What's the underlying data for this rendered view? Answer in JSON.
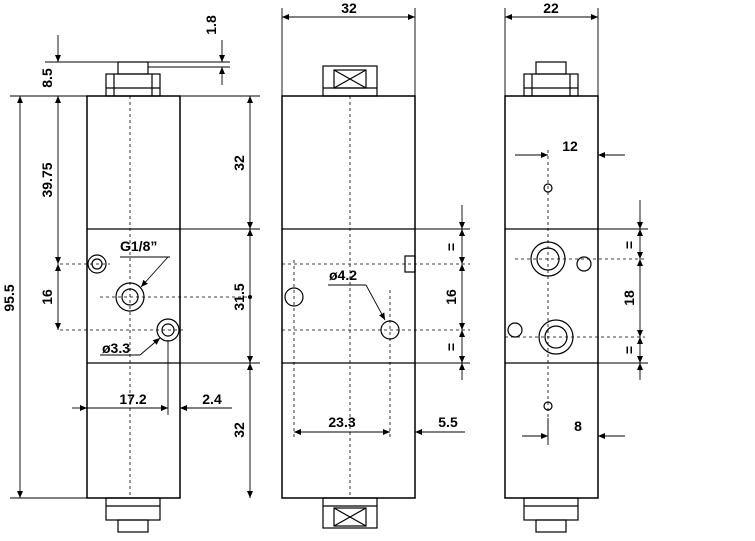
{
  "front_view": {
    "dim_1_8": "1.8",
    "dim_8_5": "8.5",
    "dim_95_5": "95.5",
    "dim_39_75": "39.75",
    "dim_16": "16",
    "dim_32_top": "32",
    "dim_31_5": "31.5",
    "dim_32_bottom": "32",
    "label_port": "G1/8”",
    "label_hole": "ø3.3",
    "dim_17_2": "17.2",
    "dim_2_4": "2.4"
  },
  "side_view": {
    "dim_32_width": "32",
    "label_hole": "ø4.2",
    "dim_16": "16",
    "eq_top": "=",
    "eq_bottom": "=",
    "dim_23_3": "23.3",
    "dim_5_5": "5.5"
  },
  "end_view": {
    "dim_22_width": "22",
    "dim_12": "12",
    "dim_18": "18",
    "eq_top": "=",
    "eq_bottom": "=",
    "dim_8": "8"
  }
}
